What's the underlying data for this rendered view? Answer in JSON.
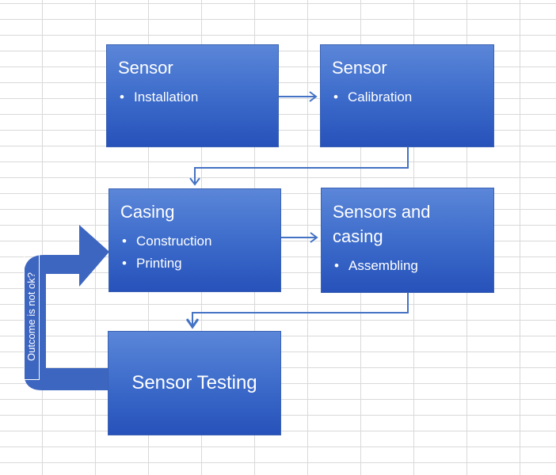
{
  "diagram": {
    "nodes": [
      {
        "id": "sensor-installation",
        "title": "Sensor",
        "items": [
          "Installation"
        ]
      },
      {
        "id": "sensor-calibration",
        "title": "Sensor",
        "items": [
          "Calibration"
        ]
      },
      {
        "id": "casing",
        "title": "Casing",
        "items": [
          "Construction",
          "Printing"
        ]
      },
      {
        "id": "sensors-casing",
        "title_line1": "Sensors and",
        "title_line2": "casing",
        "items": [
          "Assembling"
        ]
      },
      {
        "id": "sensor-testing",
        "title": "Sensor Testing",
        "items": []
      }
    ],
    "edges": [
      {
        "from": "sensor-installation",
        "to": "sensor-calibration"
      },
      {
        "from": "sensor-calibration",
        "to": "casing"
      },
      {
        "from": "casing",
        "to": "sensors-casing"
      },
      {
        "from": "sensors-casing",
        "to": "sensor-testing"
      },
      {
        "from": "sensor-testing",
        "to": "casing",
        "label": "Outcome is not ok?"
      }
    ],
    "colors": {
      "box_top": "#5b86d8",
      "box_bottom": "#2752ba",
      "connector": "#4472c4",
      "loop_arrow": "#3d66c0",
      "grid": "#d9d9d9"
    }
  }
}
